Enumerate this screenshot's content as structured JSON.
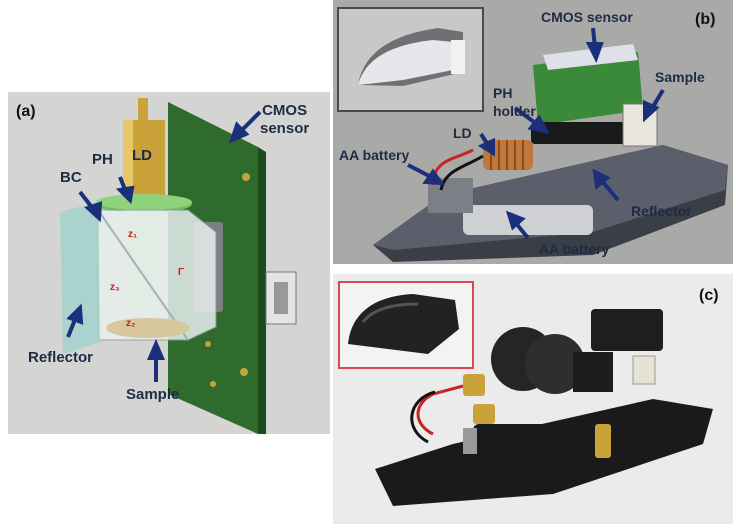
{
  "panel_a": {
    "tag": "(a)",
    "labels": {
      "cmos": "CMOS\nsensor",
      "ld": "LD",
      "ph": "PH",
      "bc": "BC",
      "reflector": "Reflector",
      "sample": "Sample"
    }
  },
  "panel_b": {
    "tag": "(b)",
    "labels": {
      "cmos": "CMOS sensor",
      "sample": "Sample",
      "ph_holder": "PH\nholder",
      "ld": "LD",
      "battery_top": "AA battery",
      "reflector": "Reflector",
      "battery_bottom": "AA battery"
    }
  },
  "panel_c": {
    "tag": "(c)"
  },
  "colors": {
    "panel_a_bg": "#d4d5d2",
    "panel_b_bg": "#a9aaa8",
    "pcb": "#2f6b2c",
    "brass": "#c9a23a",
    "label": "#1f2a44",
    "arrow": "#1b2f7a",
    "inset_frame": "#d9465a"
  }
}
